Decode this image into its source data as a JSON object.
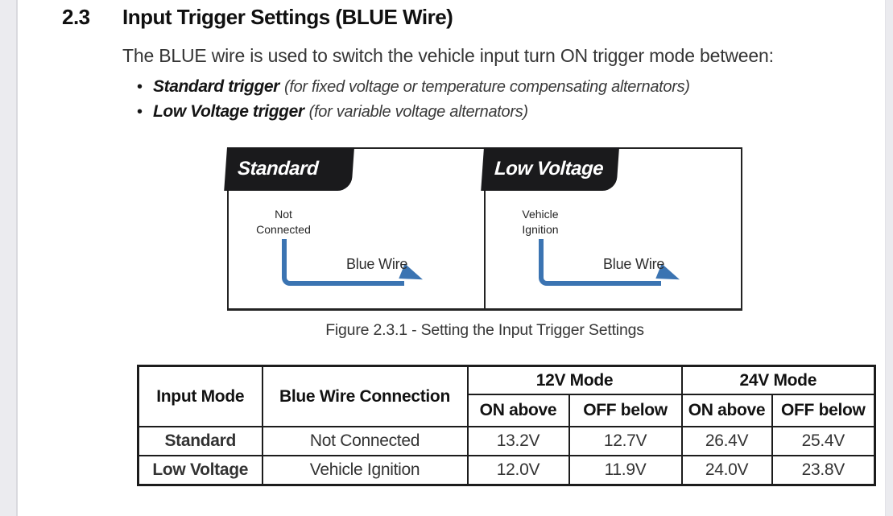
{
  "document": {
    "section_number": "2.3",
    "section_title": "Input Trigger Settings (BLUE Wire)",
    "intro": "The BLUE wire is used to switch the vehicle input turn ON trigger mode between:",
    "bullet_char": "•",
    "bullets": [
      {
        "lead": "Standard trigger",
        "rest": "(for fixed voltage or temperature compensating alternators)"
      },
      {
        "lead": "Low Voltage trigger",
        "rest": "(for variable voltage alternators)"
      }
    ]
  },
  "figure": {
    "caption": "Figure 2.3.1 - Setting the Input Trigger Settings",
    "wire_color": "#3b74b2",
    "tab_color": "#1a1a1c",
    "panels": [
      {
        "tab_label": "Standard",
        "source_line1": "Not",
        "source_line2": "Connected",
        "wire_label": "Blue Wire"
      },
      {
        "tab_label": "Low Voltage",
        "source_line1": "Vehicle",
        "source_line2": "Ignition",
        "wire_label": "Blue Wire"
      }
    ]
  },
  "table": {
    "header": {
      "input_mode": "Input Mode",
      "blue_wire_connection": "Blue Wire Connection",
      "group_12v": "12V Mode",
      "group_24v": "24V Mode",
      "sub_on": "ON above",
      "sub_off": "OFF below"
    },
    "rows": [
      {
        "mode": "Standard",
        "connection": "Not Connected",
        "v12_on": "13.2V",
        "v12_off": "12.7V",
        "v24_on": "26.4V",
        "v24_off": "25.4V"
      },
      {
        "mode": "Low Voltage",
        "connection": "Vehicle Ignition",
        "v12_on": "12.0V",
        "v12_off": "11.9V",
        "v24_on": "24.0V",
        "v24_off": "23.8V"
      }
    ]
  }
}
